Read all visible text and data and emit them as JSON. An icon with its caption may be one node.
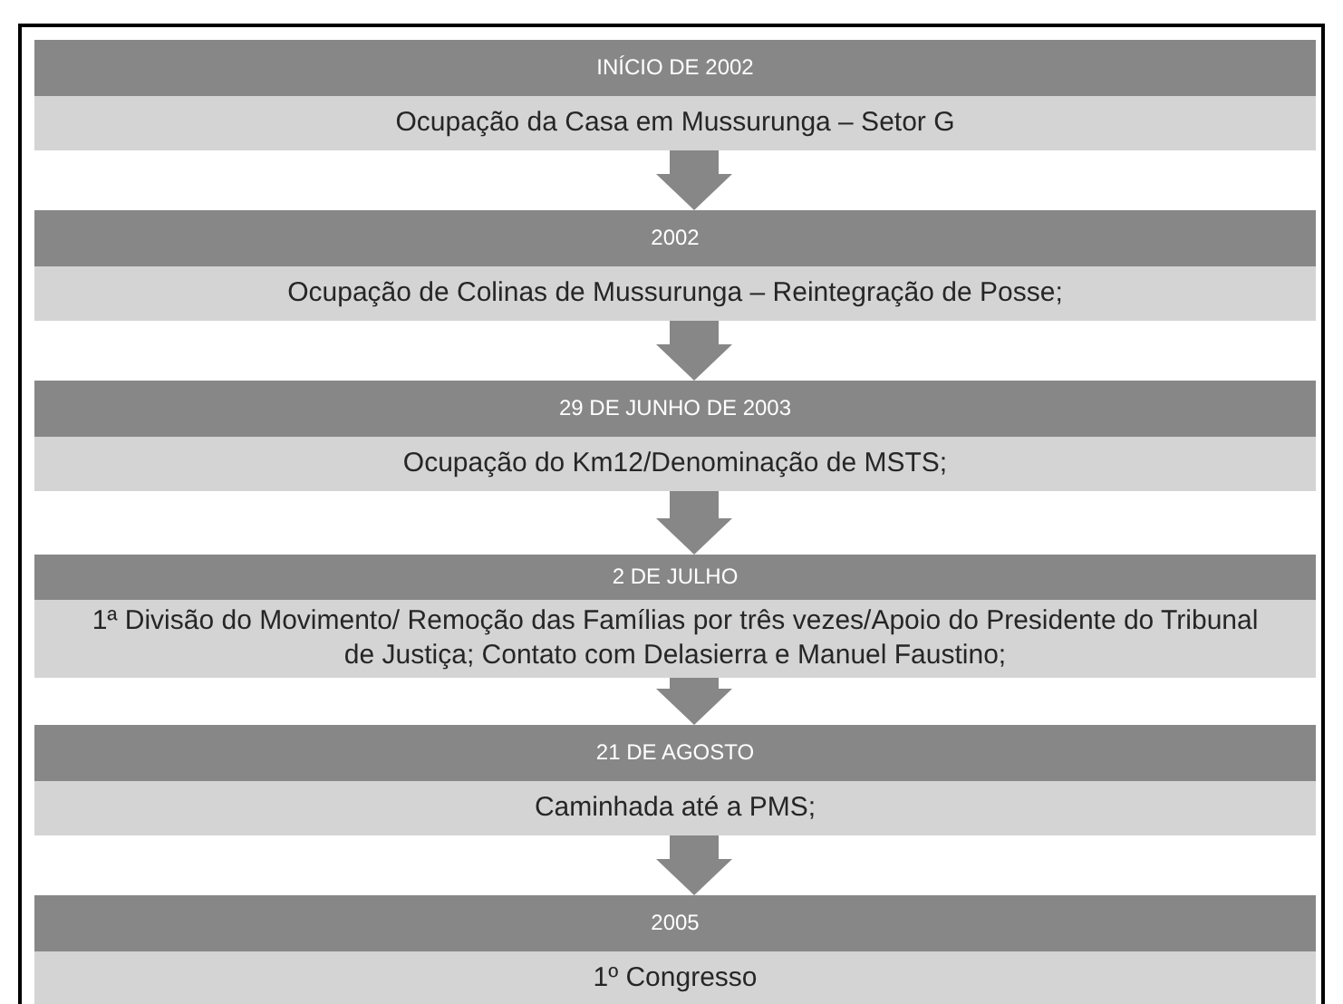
{
  "diagram": {
    "nodes": [
      {
        "text": [
          "INÍCIO DE 2002"
        ]
      },
      {
        "text": [
          "Ocupação da Casa em Mussurunga – Setor G"
        ]
      },
      {
        "text": [
          "2002"
        ]
      },
      {
        "text": [
          "Ocupação de Colinas de Mussurunga – Reintegração de Posse;"
        ]
      },
      {
        "text": [
          "29 DE JUNHO DE 2003"
        ]
      },
      {
        "text": [
          "Ocupação do Km12/Denominação de MSTS;"
        ]
      },
      {
        "text": [
          "2 DE JULHO"
        ]
      },
      {
        "text": [
          "1ª Divisão do Movimento/ Remoção das Famílias por três vezes/Apoio do Presidente do Tribunal de Justiça; Contato com Delasierra e Manuel Faustino;"
        ]
      },
      {
        "text": [
          "21 DE AGOSTO"
        ]
      },
      {
        "text": [
          "Caminhada até a PMS;"
        ]
      },
      {
        "text": [
          "2005"
        ]
      },
      {
        "text": [
          "1º Congresso"
        ]
      }
    ],
    "edges": [
      {
        "from": 1,
        "to": 2,
        "arrow": "to"
      },
      {
        "from": 3,
        "to": 4,
        "arrow": "to"
      },
      {
        "from": 5,
        "to": 6,
        "arrow": "to"
      },
      {
        "from": 7,
        "to": 8,
        "arrow": "to"
      },
      {
        "from": 9,
        "to": 10,
        "arrow": "to"
      }
    ]
  }
}
